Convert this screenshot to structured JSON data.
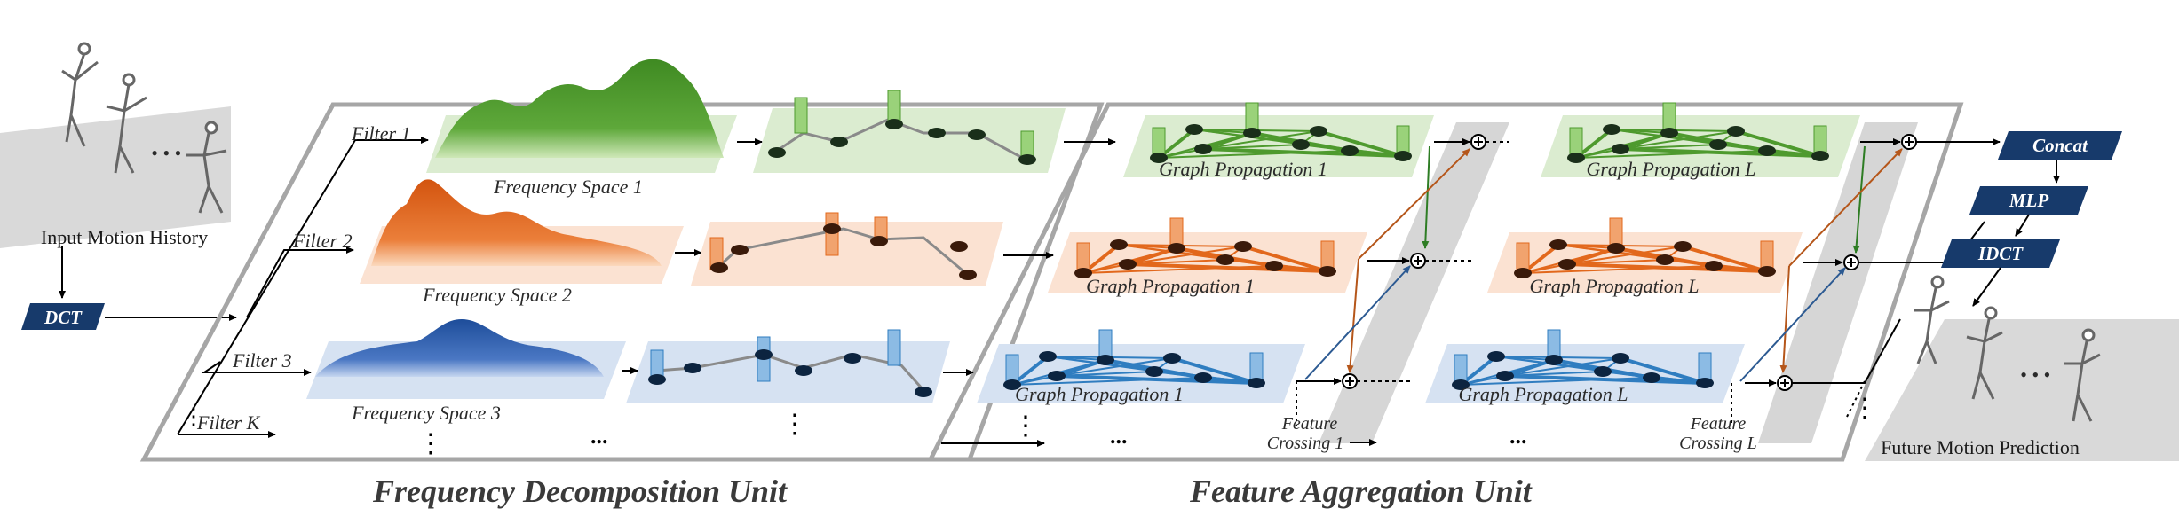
{
  "input": {
    "label": "Input Motion History",
    "dct": "DCT"
  },
  "filters": [
    "Filter 1",
    "Filter 2",
    "Filter 3",
    "Filter K"
  ],
  "frequency_spaces": [
    "Frequency Space 1",
    "Frequency Space 2",
    "Frequency Space 3"
  ],
  "graph_propagation": {
    "first": [
      "Graph Propagation 1",
      "Graph Propagation 1",
      "Graph Propagation 1"
    ],
    "last": [
      "Graph Propagation L",
      "Graph Propagation L",
      "Graph Propagation L"
    ]
  },
  "feature_crossing": {
    "first": {
      "line1": "Feature",
      "line2": "Crossing 1"
    },
    "last": {
      "line1": "Feature",
      "line2": "Crossing L"
    }
  },
  "output": {
    "concat": "Concat",
    "mlp": "MLP",
    "idct": "IDCT",
    "label": "Future Motion Prediction"
  },
  "units": {
    "frequency": "Frequency Decomposition Unit",
    "aggregation": "Feature Aggregation Unit"
  },
  "ellipsis": [
    "...",
    "..."
  ],
  "colors": {
    "green": "#4e9a2e",
    "orange": "#e2681c",
    "blue": "#2f7dc0",
    "button": "#173a6b",
    "gray_panel": "#d9d9d9"
  }
}
